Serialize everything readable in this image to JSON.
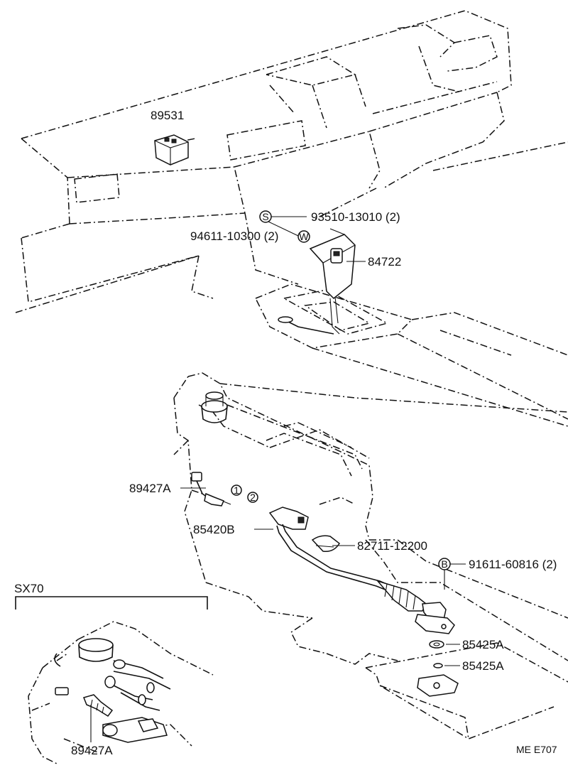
{
  "labels": {
    "p89531": "89531",
    "p93510": "93510-13010 (2)",
    "p94611": "94611-10300 (2)",
    "p84722": "84722",
    "p89427a_main": "89427A",
    "p85420b": "85420B",
    "p82711": "82711-12200",
    "p91611": "91611-60816 (2)",
    "p85425a_1": "85425A",
    "p85425a_2": "85425A",
    "p89427a_sx70": "89427A"
  },
  "symbols": {
    "s": "S",
    "w": "W",
    "b": "B",
    "c1": "1",
    "c2": "2"
  },
  "sections": {
    "sx70": "SX70"
  },
  "footer": {
    "code": "ME  E707"
  }
}
